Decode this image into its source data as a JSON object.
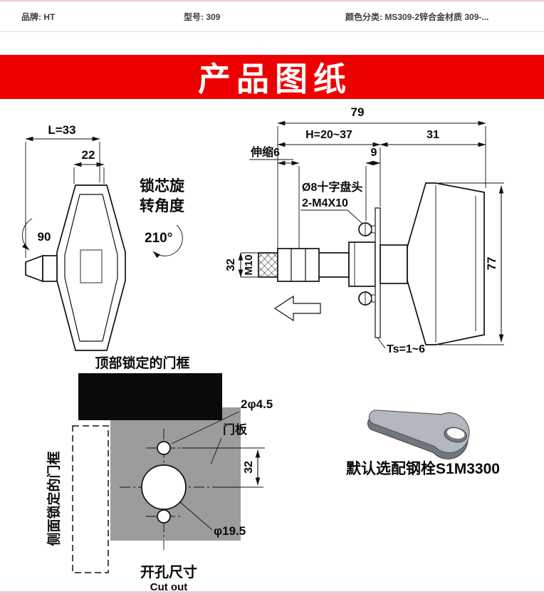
{
  "header": {
    "brand": "品牌: HT",
    "model": "型号: 309",
    "color": "颜色分类: MS309-2锌合金材质 309-..."
  },
  "banner": {
    "title": "产品图纸"
  },
  "front_view": {
    "dim_length": "L=33",
    "dim_width": "22",
    "rotate_left": "90",
    "note_line1": "锁芯旋",
    "note_line2": "转角度",
    "angle": "210°"
  },
  "side_view": {
    "dim_total": "79",
    "dim_h": "H=20~37",
    "dim_right": "31",
    "dim_extend": "伸缩6",
    "dim_nine": "9",
    "screw_line1": "Ø8十字盘头",
    "screw_line2": "2-M4X10",
    "dim_thread": "M10",
    "dim_32": "32",
    "dim_height": "77",
    "dim_ts": "Ts=1~6"
  },
  "cutout": {
    "top_frame": "顶部锁定的门框",
    "side_frame": "侧面锁定的门框",
    "holes": "2φ4.5",
    "panel": "门板",
    "dim_32": "32",
    "big_hole": "φ19.5",
    "title_cn": "开孔尺寸",
    "title_en": "Cut out"
  },
  "accessory": {
    "caption": "默认选配钢栓S1M3300"
  },
  "colors": {
    "banner_red": "#ee0000",
    "divider_pink": "#f1c9d6",
    "frame_black": "#0b0b0b",
    "door_panel_gray": "#9c9c9c",
    "steel_gray": "#b3b8be"
  }
}
